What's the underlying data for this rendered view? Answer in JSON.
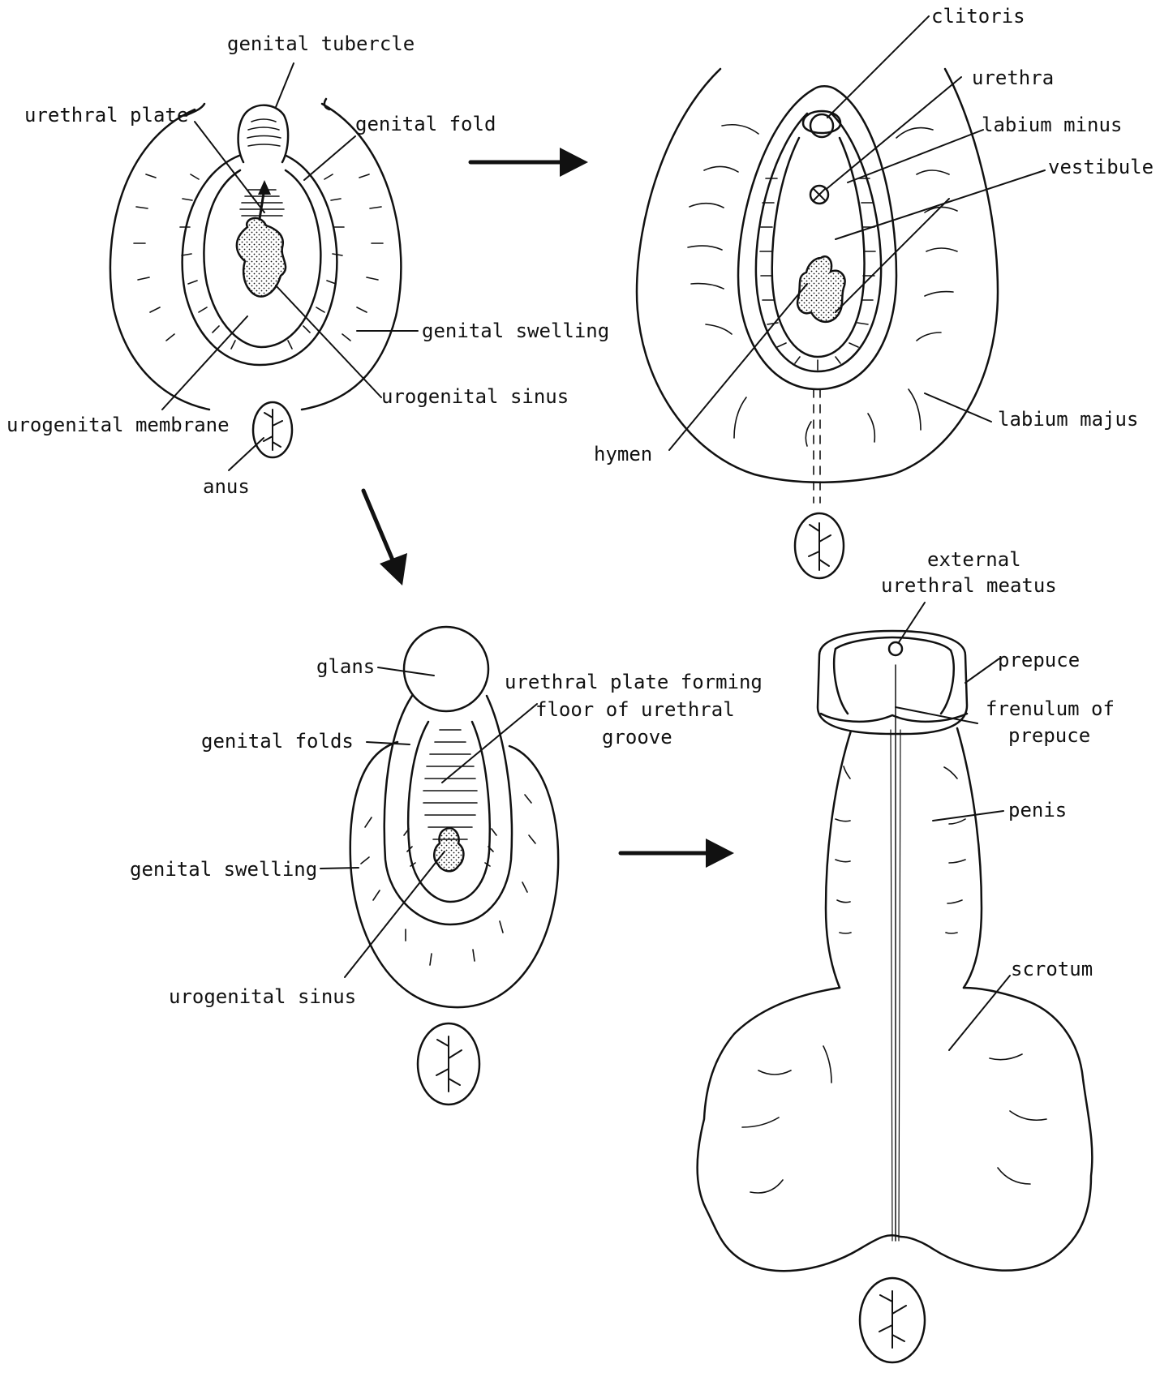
{
  "labels": {
    "genital_tubercle": "genital tubercle",
    "urethral_plate": "urethral plate",
    "genital_fold": "genital fold",
    "genital_swelling_top": "genital swelling",
    "urogenital_sinus_top": "urogenital sinus",
    "urogenital_membrane": "urogenital membrane",
    "anus": "anus",
    "clitoris": "clitoris",
    "urethra": "urethra",
    "labium_minus": "labium  minus",
    "vestibule": "vestibule",
    "labium_majus": "labium majus",
    "hymen": "hymen",
    "glans": "glans",
    "urethral_plate_groove_1": "urethral plate forming",
    "urethral_plate_groove_2": "floor of urethral",
    "urethral_plate_groove_3": "groove",
    "genital_folds": "genital  folds",
    "genital_swelling_bottom": "genital swelling",
    "urogenital_sinus_bottom": "urogenital sinus",
    "external_meatus_1": "external",
    "external_meatus_2": "urethral meatus",
    "prepuce": "prepuce",
    "frenulum_1": "frenulum of",
    "frenulum_2": "prepuce",
    "penis": "penis",
    "scrotum": "scrotum"
  },
  "colors": {
    "ink": "#111111",
    "background": "#ffffff"
  }
}
